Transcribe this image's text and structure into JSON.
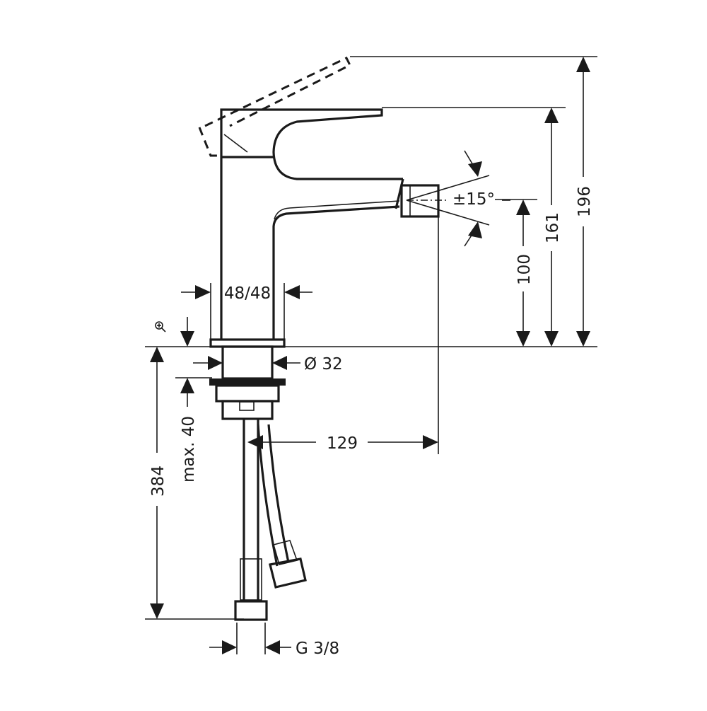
{
  "drawing": {
    "dimensions": {
      "overall_height": "196",
      "spout_height": "161",
      "outlet_height": "100",
      "body_width": "48/48",
      "shank_diameter": "Ø 32",
      "max_thickness": "max. 40",
      "reach": "129",
      "hose_length": "384",
      "connection": "G 3/8",
      "swivel_angle": "±15°"
    },
    "icons": {
      "zoom": "zoom-in-icon"
    },
    "color": "#1a1a1a"
  }
}
